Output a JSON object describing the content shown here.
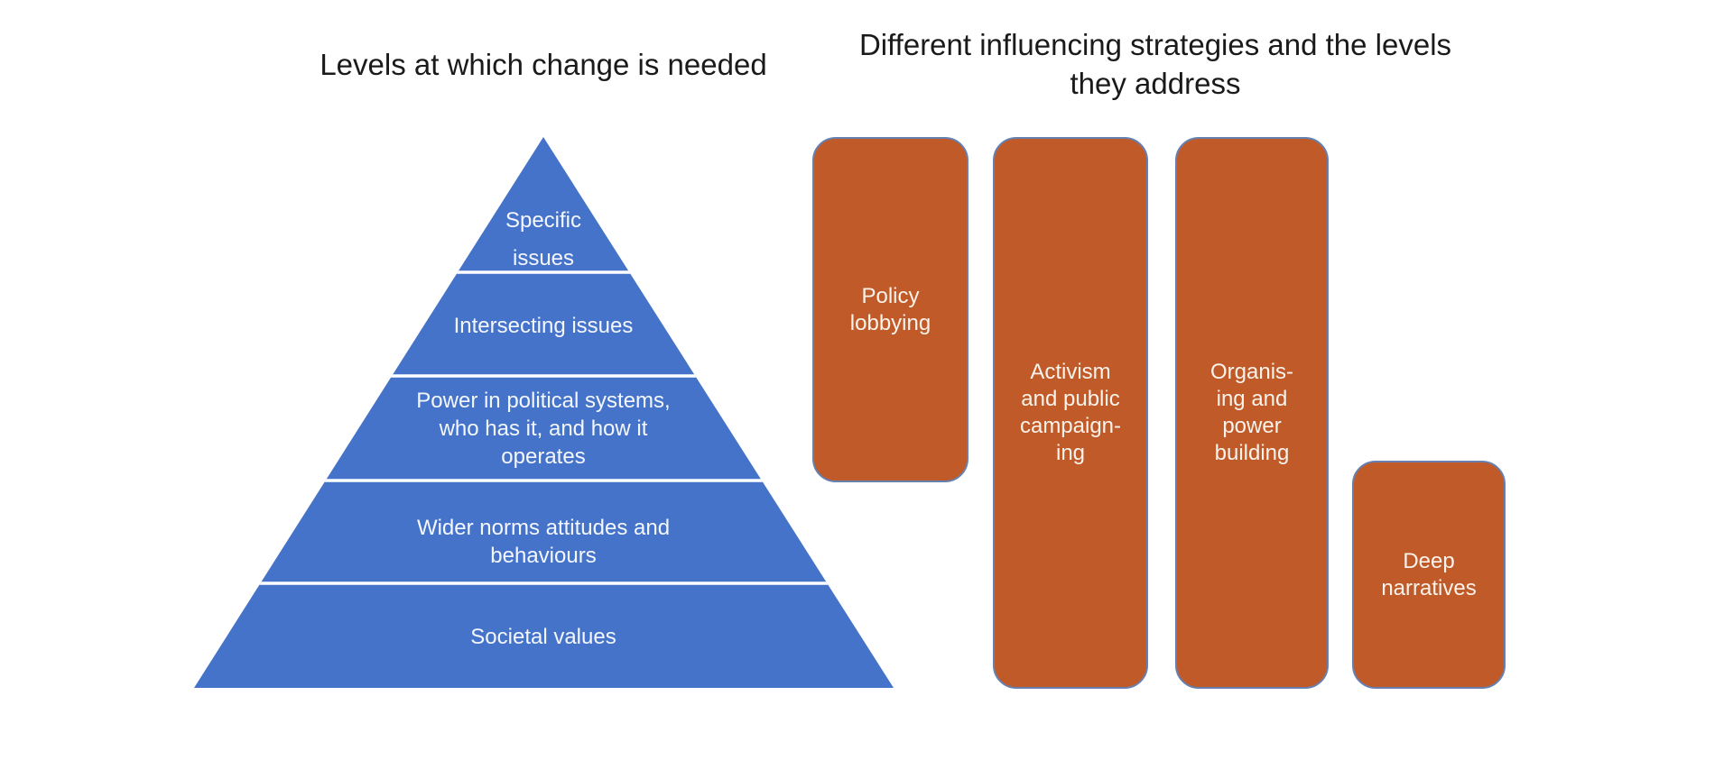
{
  "left_panel": {
    "title": "Levels at which change is needed"
  },
  "right_panel": {
    "title": "Different influencing strategies and the levels\nthey address"
  },
  "pyramid": {
    "color": "#4573C9",
    "divider_color": "#ffffff",
    "levels": [
      {
        "label": "Specific\nissues"
      },
      {
        "label": "Intersecting issues"
      },
      {
        "label": "Power in political systems,\nwho has it, and how it\noperates"
      },
      {
        "label": "Wider norms attitudes and\nbehaviours"
      },
      {
        "label": "Societal values"
      }
    ]
  },
  "strategies": {
    "color": "#C05A28",
    "border_color": "#6680B0",
    "bars": [
      {
        "label": "Policy\nlobbying"
      },
      {
        "label": "Activism\nand public\ncampaign-\ning"
      },
      {
        "label": "Organis-\ning and\npower\nbuilding"
      },
      {
        "label": "Deep\nnarratives"
      }
    ]
  }
}
